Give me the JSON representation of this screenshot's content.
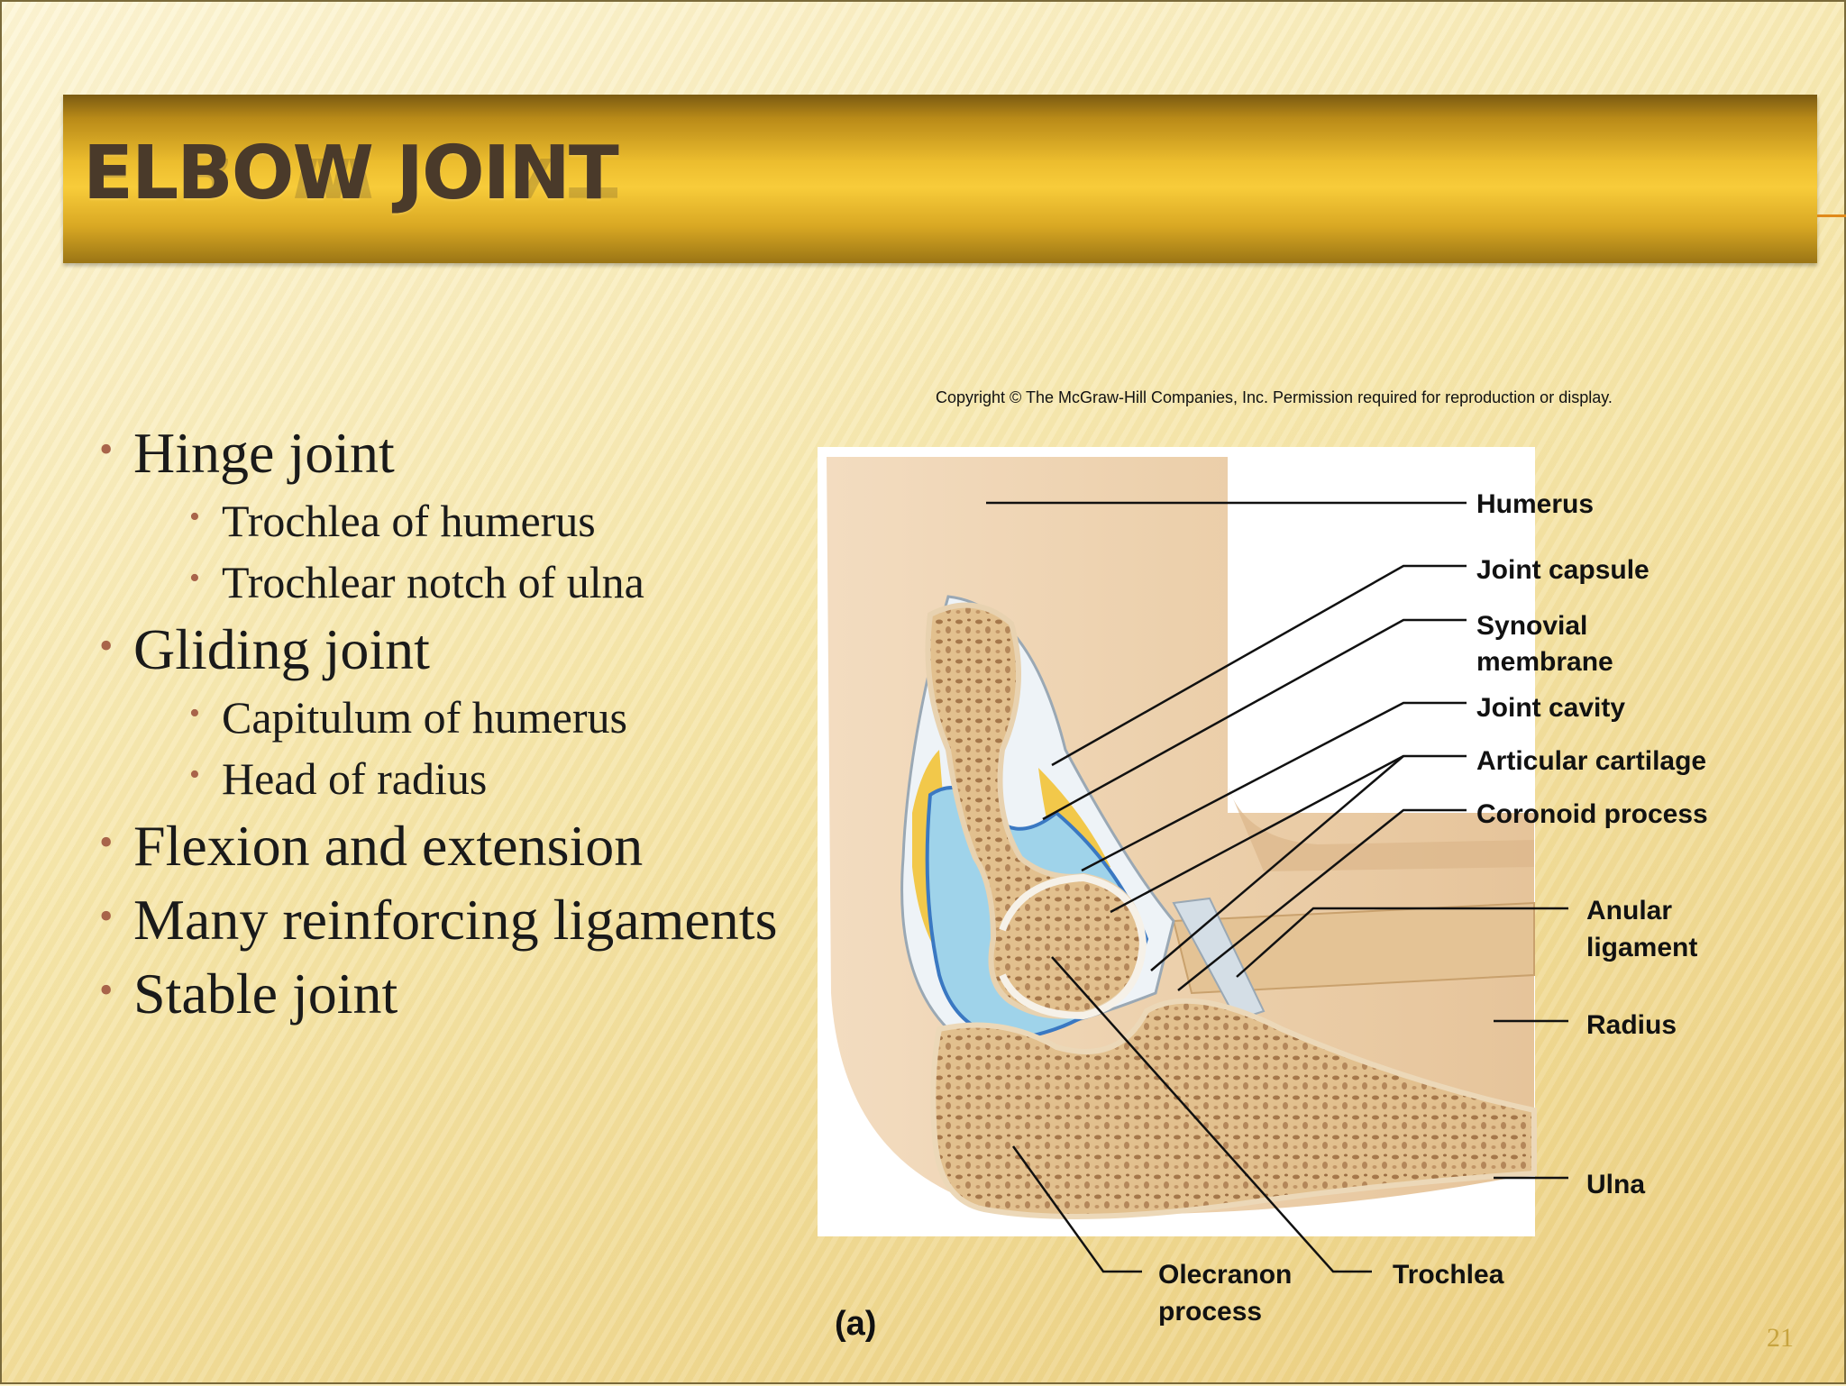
{
  "slide": {
    "title": "ELBOW JOINT",
    "copyright": "Copyright © The McGraw-Hill Companies, Inc. Permission required for reproduction or display.",
    "page_number": "21"
  },
  "bullets": [
    {
      "text": "Hinge joint",
      "children": [
        "Trochlea of humerus",
        "Trochlear notch of ulna"
      ]
    },
    {
      "text": "Gliding joint",
      "children": [
        "Capitulum of humerus",
        "Head of radius"
      ]
    },
    {
      "text": "Flexion and extension",
      "children": []
    },
    {
      "text": "Many reinforcing ligaments",
      "children": []
    },
    {
      "text": "Stable joint",
      "children": []
    }
  ],
  "figure": {
    "panel_label": "(a)",
    "labels": {
      "humerus": "Humerus",
      "joint_capsule": "Joint capsule",
      "synovial_1": "Synovial",
      "synovial_2": "membrane",
      "joint_cavity": "Joint cavity",
      "articular_cartilage": "Articular cartilage",
      "coronoid_process": "Coronoid process",
      "anular_1": "Anular",
      "anular_2": "ligament",
      "radius": "Radius",
      "ulna": "Ulna",
      "olecranon_1": "Olecranon",
      "olecranon_2": "process",
      "trochlea": "Trochlea"
    }
  },
  "colors": {
    "title_bar": "#f8cc3a",
    "title_text": "#4a3a2a",
    "bullet_marker": "#a8644a",
    "page_number": "#c7a440",
    "synovial_blue": "#9fd3ea",
    "fat_yellow": "#f2c84a",
    "bone": "#e6c79a"
  }
}
